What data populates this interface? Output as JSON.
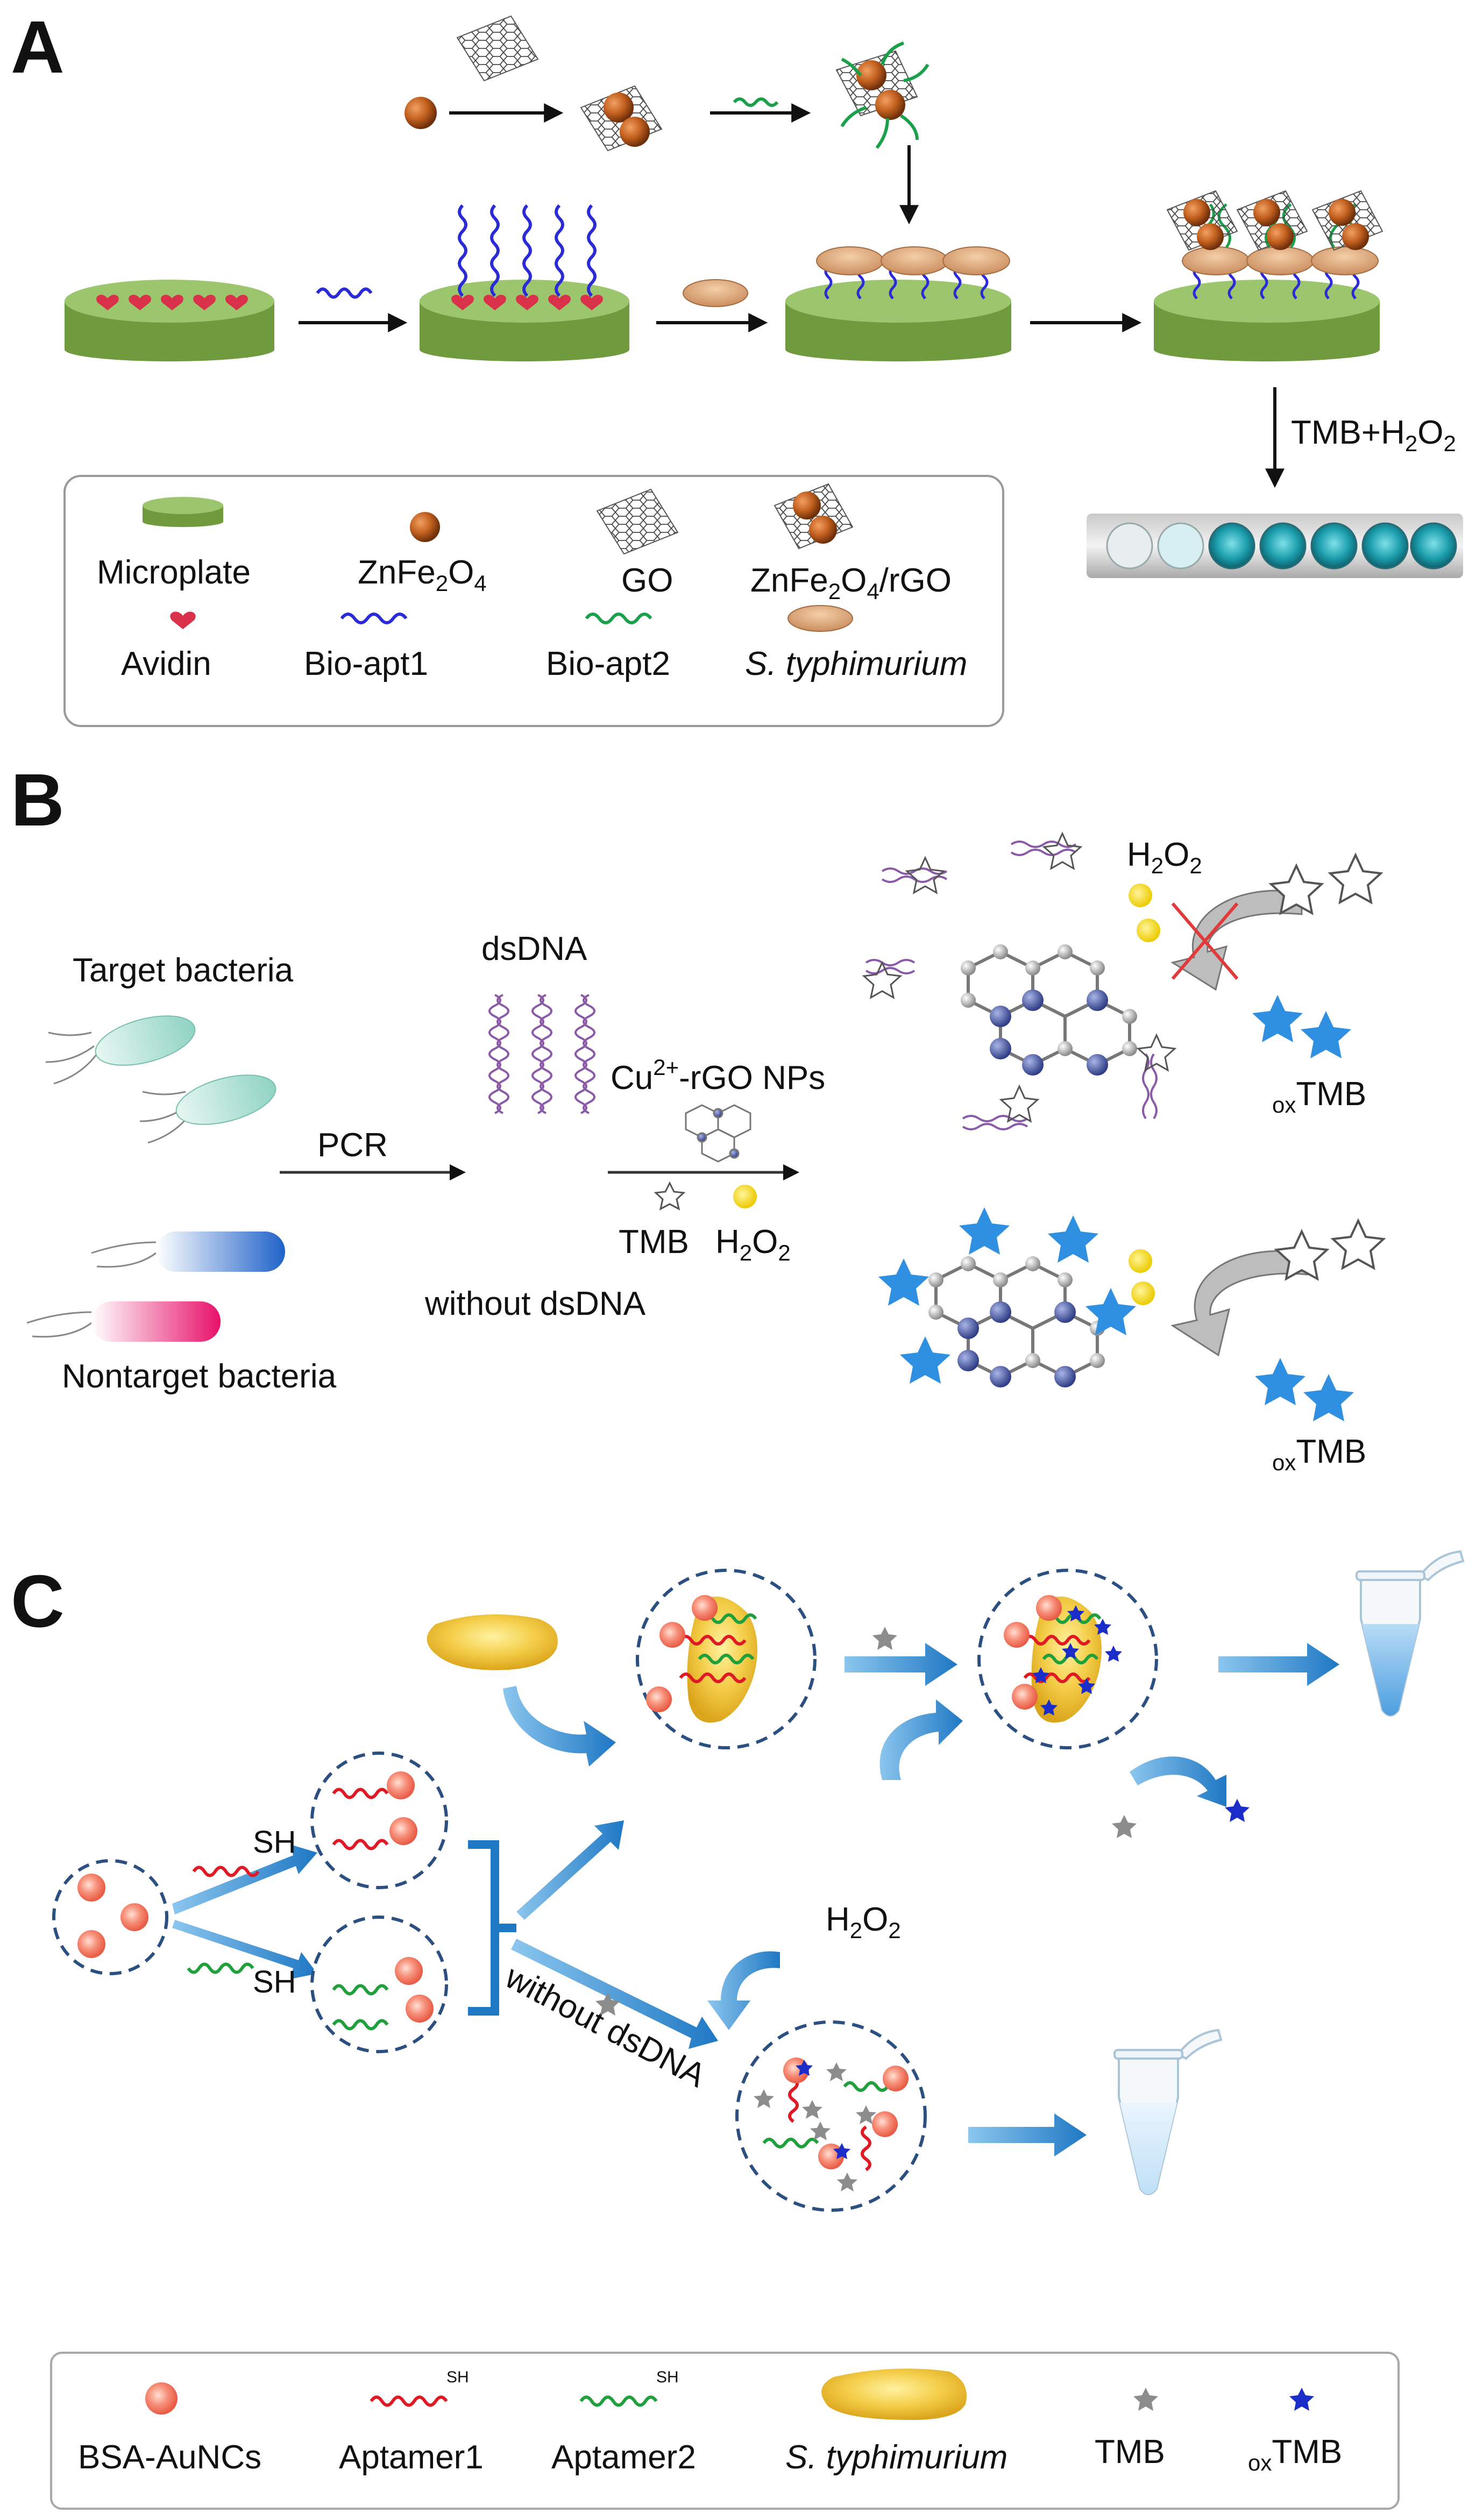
{
  "panels": {
    "A": {
      "letter": "A",
      "reaction_label": "TMB+H",
      "reaction_sub": "2",
      "reaction_tail": "O",
      "reaction_sub2": "2",
      "legend": {
        "microplate": "Microplate",
        "avidin": "Avidin",
        "znfe2o4_a": "ZnFe",
        "znfe2o4_b": "2",
        "znfe2o4_c": "O",
        "znfe2o4_d": "4",
        "bio_apt1": "Bio-apt1",
        "go": "GO",
        "bio_apt2": "Bio-apt2",
        "composite_a": "ZnFe",
        "composite_b": "2",
        "composite_c": "O",
        "composite_d": "4",
        "composite_e": "/rGO",
        "bacteria": "S. typhimurium"
      }
    },
    "B": {
      "letter": "B",
      "target_bacteria": "Target bacteria",
      "nontarget_bacteria": "Nontarget bacteria",
      "pcr": "PCR",
      "dsdna": "dsDNA",
      "without_dsdna": "without dsDNA",
      "nps_a": "Cu",
      "nps_sup": "2+",
      "nps_b": "-rGO NPs",
      "tmb": "TMB",
      "h2o2_a": "H",
      "h2o2_b": "2",
      "h2o2_c": "O",
      "h2o2_d": "2",
      "ox_sub": "ox",
      "ox_tmb": "TMB"
    },
    "C": {
      "letter": "C",
      "h2o2_a": "H",
      "h2o2_b": "2",
      "h2o2_c": "O",
      "h2o2_d": "2",
      "without_dsdna": "without dsDNA",
      "sh": "SH",
      "legend": {
        "aunc": "BSA-AuNCs",
        "apt1": "Aptamer1",
        "apt2": "Aptamer2",
        "bacteria": "S. typhimurium",
        "tmb": "TMB",
        "ox_sub": "ox",
        "ox_tmb": "TMB"
      }
    }
  },
  "colors": {
    "plate_top": "#9cc66e",
    "plate_side": "#6f9a3e",
    "avidin": "#d9314a",
    "apt1": "#2a2ad6",
    "apt2": "#1aa04a",
    "znfe2o4": "#b8591f",
    "bacteria_tan": "#e0a877",
    "graphene": "#555555",
    "arrow_blue": "#2a8fd0",
    "dashed": "#2a4f80",
    "tmb_blue": "#2f8fe0",
    "aunc": "#f47a62",
    "c_apt1": "#e01a24",
    "c_apt2": "#1fa03c",
    "bacteria_yellow": "#f1c33a",
    "tmb_grey": "#8c8c8c",
    "ox_tmb_navy": "#1a2dc8",
    "h2o2_yellow": "#f6d50c"
  }
}
